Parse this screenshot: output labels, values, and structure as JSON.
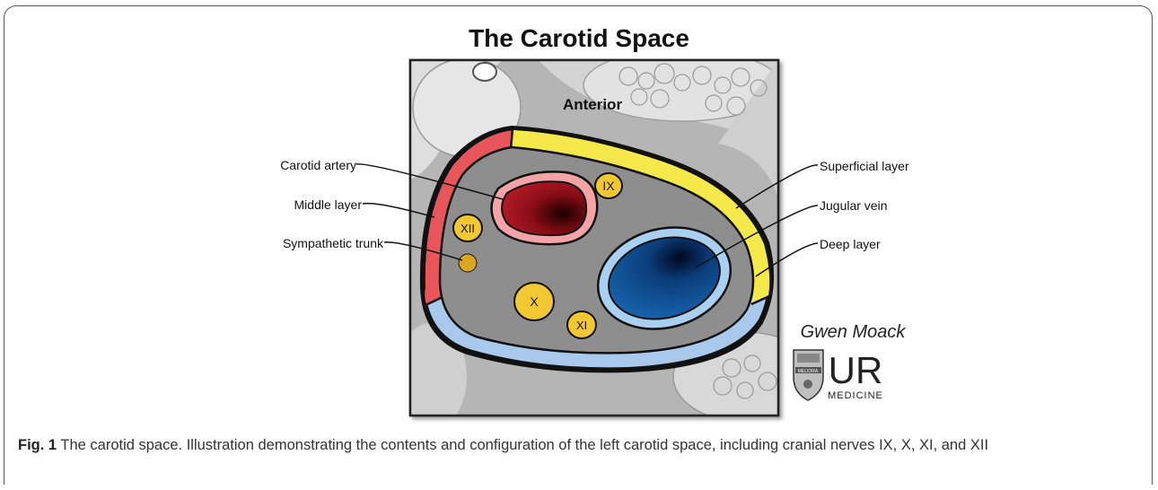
{
  "title": "The Carotid Space",
  "orientation_label": "Anterior",
  "labels": {
    "carotid_artery": "Carotid artery",
    "middle_layer": "Middle layer",
    "sympathetic_trunk": "Sympathetic trunk",
    "superficial_layer": "Superficial layer",
    "jugular_vein": "Jugular vein",
    "deep_layer": "Deep layer"
  },
  "nerves": {
    "ix": "IX",
    "x": "X",
    "xi": "XI",
    "xii": "XII"
  },
  "signature": "Gwen Moack",
  "logo": {
    "mark": "UR",
    "sub": "MEDICINE",
    "shield": "MELIORA"
  },
  "colors": {
    "middle_layer": "#e8555a",
    "superficial_layer": "#f5e84a",
    "deep_layer": "#a9c9ec",
    "carotid": "#b31b26",
    "jugular": "#1560a8",
    "nerve": "#f2c832"
  },
  "caption": {
    "prefix": "Fig. 1",
    "text": " The carotid space. Illustration demonstrating the contents and configuration of the left carotid space, including cranial nerves IX, X, XI, and XII"
  }
}
